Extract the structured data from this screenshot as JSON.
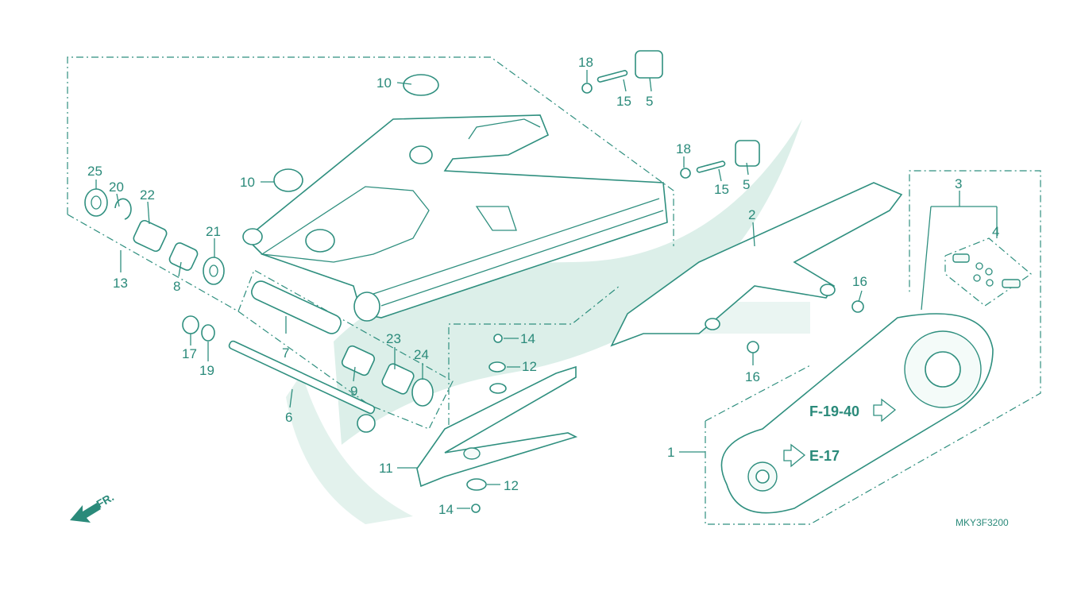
{
  "callouts": {
    "c1": "1",
    "c2": "2",
    "c3": "3",
    "c4": "4",
    "c5a": "5",
    "c5b": "5",
    "c6": "6",
    "c7": "7",
    "c8": "8",
    "c9": "9",
    "c10a": "10",
    "c10b": "10",
    "c11": "11",
    "c12a": "12",
    "c12b": "12",
    "c13": "13",
    "c14a": "14",
    "c14b": "14",
    "c15a": "15",
    "c15b": "15",
    "c16a": "16",
    "c16b": "16",
    "c17": "17",
    "c18a": "18",
    "c18b": "18",
    "c19": "19",
    "c20": "20",
    "c21": "21",
    "c22": "22",
    "c23": "23",
    "c24": "24",
    "c25": "25"
  },
  "refs": {
    "ref_f": "F-19-40",
    "ref_e": "E-17"
  },
  "front_label": "FR.",
  "diagram_code": "MKY3F3200",
  "colors": {
    "line": "#2f8f7f",
    "text": "#2a8a7a",
    "watermark": "#dcefe9"
  },
  "icons": {
    "front_arrow": "front-direction-arrow-icon",
    "ref_arrow": "reference-arrow-icon"
  }
}
